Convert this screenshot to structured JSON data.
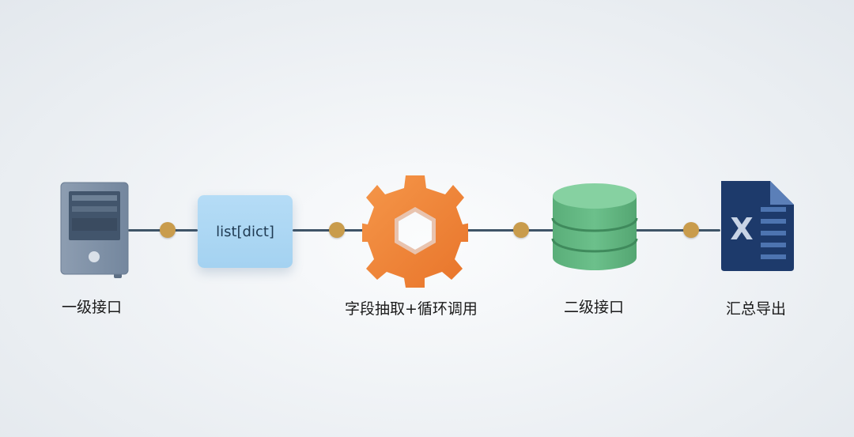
{
  "diagram": {
    "nodes": [
      {
        "id": "primary-api",
        "icon": "server-icon",
        "label": "一级接口"
      },
      {
        "id": "list-dict",
        "icon": "data-box",
        "label": "",
        "box_text": "list[dict]"
      },
      {
        "id": "extract-loop",
        "icon": "gear-icon",
        "label": "字段抽取+循环调用"
      },
      {
        "id": "secondary-api",
        "icon": "database-icon",
        "label": "二级接口"
      },
      {
        "id": "export",
        "icon": "excel-icon",
        "label": "汇总导出",
        "icon_text": "X"
      }
    ],
    "edges": [
      {
        "from": "primary-api",
        "to": "list-dict"
      },
      {
        "from": "list-dict",
        "to": "extract-loop"
      },
      {
        "from": "extract-loop",
        "to": "secondary-api"
      },
      {
        "from": "secondary-api",
        "to": "export"
      }
    ]
  },
  "colors": {
    "connector": "#3f5467",
    "connector_dot": "#c99c4c",
    "server": "#7f91a7",
    "list_box": "#a8d4f2",
    "gear": "#f08532",
    "database": "#63b883",
    "excel": "#1d3a6b"
  }
}
